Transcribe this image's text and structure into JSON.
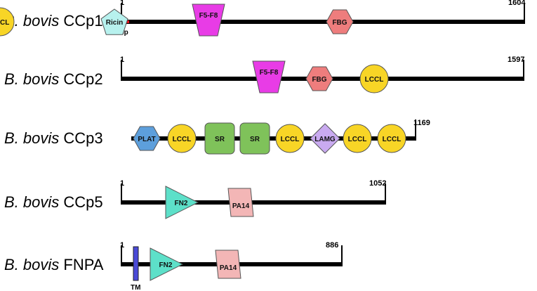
{
  "colors": {
    "backbone": "#000000",
    "signal_peptide": "#e0101a",
    "ricin": "#b7f1ee",
    "f5f8": "#e83ce6",
    "fbg": "#ee7d7d",
    "lccl": "#f8d526",
    "plat": "#5d9fdc",
    "sr": "#7fc25a",
    "lamg": "#c9aaf0",
    "fn2": "#5de0c9",
    "pa14": "#f3b6b6",
    "tm": "#4a4ad8"
  },
  "proteins": [
    {
      "species": "B. bovis",
      "name": "CCp1",
      "start": "1",
      "end": "1604",
      "domains": [
        {
          "type": "signal-peptide",
          "label": "",
          "sublabel": "Sp"
        },
        {
          "type": "pentagon",
          "label": "Ricin",
          "color_key": "ricin"
        },
        {
          "type": "trapezoid",
          "label": "F5-F8",
          "color_key": "f5f8"
        },
        {
          "type": "hexagon",
          "label": "FBG",
          "color_key": "fbg"
        },
        {
          "type": "circle",
          "label": "LCCL",
          "color_key": "lccl"
        }
      ]
    },
    {
      "species": "B. bovis",
      "name": "CCp2",
      "start": "1",
      "end": "1597",
      "domains": [
        {
          "type": "trapezoid",
          "label": "F5-F8",
          "color_key": "f5f8"
        },
        {
          "type": "hexagon",
          "label": "FBG",
          "color_key": "fbg"
        },
        {
          "type": "circle",
          "label": "LCCL",
          "color_key": "lccl"
        }
      ]
    },
    {
      "species": "B. bovis",
      "name": "CCp3",
      "start": "",
      "end": "1169",
      "domains": [
        {
          "type": "hexagon",
          "label": "PLAT",
          "color_key": "plat"
        },
        {
          "type": "circle",
          "label": "LCCL",
          "color_key": "lccl"
        },
        {
          "type": "rounded-rect",
          "label": "SR",
          "color_key": "sr"
        },
        {
          "type": "rounded-rect",
          "label": "SR",
          "color_key": "sr"
        },
        {
          "type": "circle",
          "label": "LCCL",
          "color_key": "lccl"
        },
        {
          "type": "diamond",
          "label": "LAMG",
          "color_key": "lamg"
        },
        {
          "type": "circle",
          "label": "LCCL",
          "color_key": "lccl"
        },
        {
          "type": "circle",
          "label": "LCCL",
          "color_key": "lccl"
        }
      ]
    },
    {
      "species": "B. bovis",
      "name": "CCp5",
      "start": "1",
      "end": "1052",
      "domains": [
        {
          "type": "triangle",
          "label": "FN2",
          "color_key": "fn2"
        },
        {
          "type": "parallelogram",
          "label": "PA14",
          "color_key": "pa14"
        }
      ]
    },
    {
      "species": "B. bovis",
      "name": "FNPA",
      "start": "1",
      "end": "886",
      "domains": [
        {
          "type": "tm-bar",
          "label": "",
          "sublabel": "TM",
          "color_key": "tm"
        },
        {
          "type": "triangle",
          "label": "FN2",
          "color_key": "fn2"
        },
        {
          "type": "parallelogram",
          "label": "PA14",
          "color_key": "pa14"
        }
      ]
    }
  ]
}
